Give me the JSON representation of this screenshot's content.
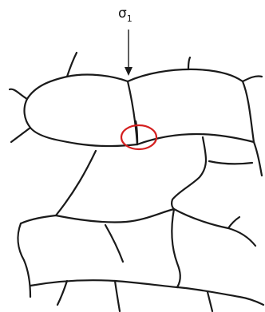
{
  "label": {
    "symbol": "σ",
    "subscript": "1"
  },
  "colors": {
    "ink": "#1a1a1a",
    "highlight": "#d41f1f",
    "background": "#ffffff"
  },
  "annotations": {
    "arrow": "downward-arrow",
    "highlight_shape": "ellipse"
  }
}
